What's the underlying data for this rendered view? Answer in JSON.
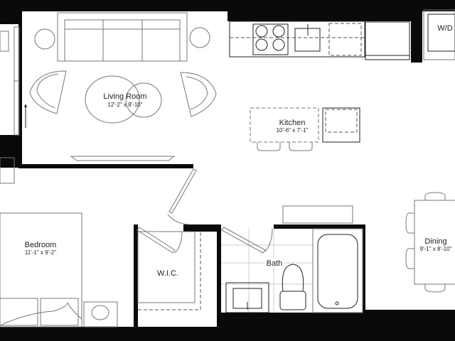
{
  "rooms": {
    "living": {
      "name": "Living Room",
      "size": "12'-2\" x 8'-10\""
    },
    "kitchen": {
      "name": "Kitchen",
      "size": "10'-6\" x 7'-1\""
    },
    "bedroom": {
      "name": "Bedroom",
      "size": "11'-1\" x 9'-2\""
    },
    "wic": {
      "name": "W.I.C."
    },
    "bath": {
      "name": "Bath"
    },
    "dining": {
      "name": "Dining",
      "size": "9'-1\" x 8'-10\""
    },
    "laundry": {
      "name": "W/D"
    }
  },
  "colors": {
    "wall": "#0a0a0a",
    "line": "#777777"
  }
}
